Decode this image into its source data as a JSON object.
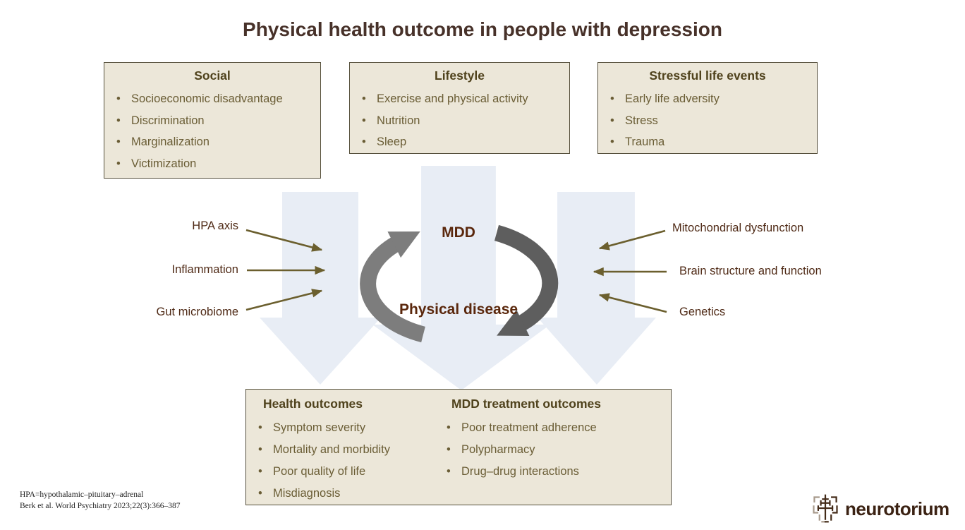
{
  "title": "Physical health outcome in people with depression",
  "boxes": {
    "social": {
      "title": "Social",
      "items": [
        "Socioeconomic disadvantage",
        "Discrimination",
        "Marginalization",
        "Victimization"
      ]
    },
    "lifestyle": {
      "title": "Lifestyle",
      "items": [
        "Exercise and physical activity",
        "Nutrition",
        "Sleep"
      ]
    },
    "stressful": {
      "title": "Stressful life events",
      "items": [
        "Early life adversity",
        "Stress",
        "Trauma"
      ]
    }
  },
  "center": {
    "top": "MDD",
    "bottom": "Physical disease"
  },
  "left_factors": [
    "HPA axis",
    "Inflammation",
    "Gut microbiome"
  ],
  "right_factors": [
    "Mitochondrial dysfunction",
    "Brain structure and function",
    "Genetics"
  ],
  "outcomes": {
    "health": {
      "title": "Health outcomes",
      "items": [
        "Symptom severity",
        "Mortality and morbidity",
        "Poor quality of life",
        "Misdiagnosis"
      ]
    },
    "treatment": {
      "title": "MDD treatment outcomes",
      "items": [
        "Poor treatment adherence",
        "Polypharmacy",
        "Drug–drug interactions"
      ]
    }
  },
  "footnote": {
    "line1": "HPA=hypothalamic–pituitary–adrenal",
    "line2": "Berk et al. World Psychiatry 2023;22(3):366–387"
  },
  "logo": {
    "text": "neurotorium"
  },
  "colors": {
    "panel_background": "#ece7d9",
    "panel_border": "#56503c",
    "panel_title_text": "#4f421c",
    "panel_bullet_text": "#6a5d35",
    "main_title_text": "#473129",
    "center_text": "#5a270c",
    "factor_text": "#4f2a16",
    "factor_arrow": "#6b5f2e",
    "pale_down_arrow": "#e8edf5",
    "cycle_arrow_light": "#7d7d7d",
    "cycle_arrow_dark": "#5e5e5e",
    "logo_text": "#3b2213"
  }
}
